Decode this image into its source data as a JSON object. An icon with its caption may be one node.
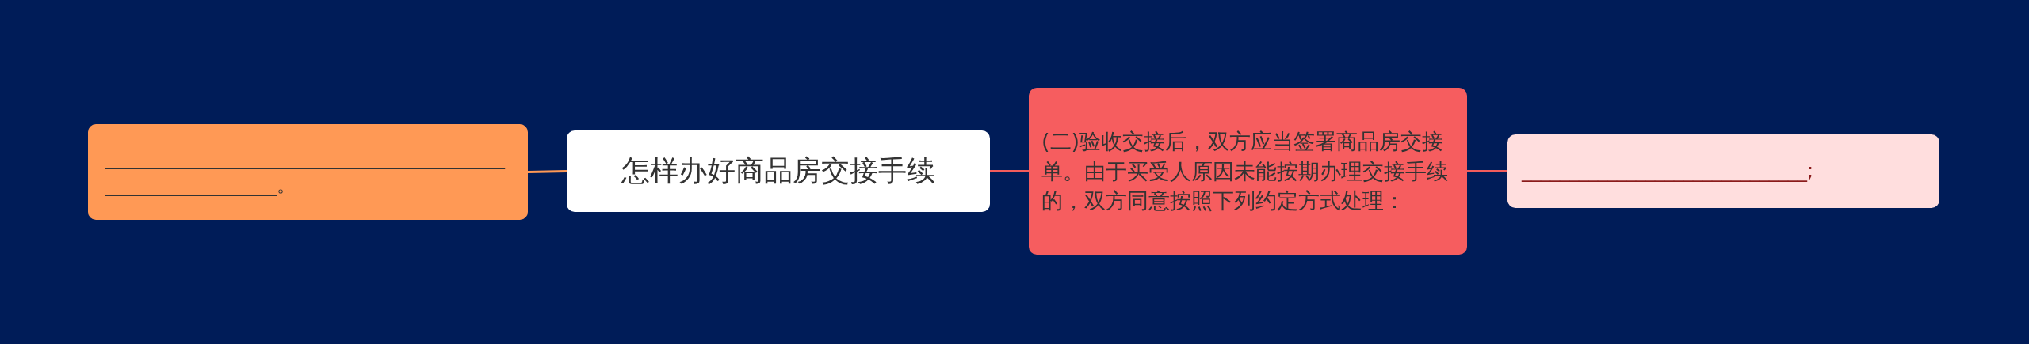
{
  "diagram": {
    "nodes": [
      {
        "text": [
          "____________________________________________________________。"
        ]
      },
      {
        "text": [
          "怎样办好商品房交接手续"
        ]
      },
      {
        "text": [
          "(二)验收交接后，双方应当签署商品房交接单。由于买受人原因未能按期办理交接手续的，双方同意按照下列约定方式处理："
        ]
      },
      {
        "text": [
          "______________________________;"
        ]
      }
    ],
    "edges": [
      {
        "from": 1,
        "to": 0,
        "arrow": "none",
        "color": "#ff9955"
      },
      {
        "from": 1,
        "to": 2,
        "arrow": "none"
      },
      {
        "from": 2,
        "to": 3,
        "arrow": "none"
      }
    ]
  }
}
